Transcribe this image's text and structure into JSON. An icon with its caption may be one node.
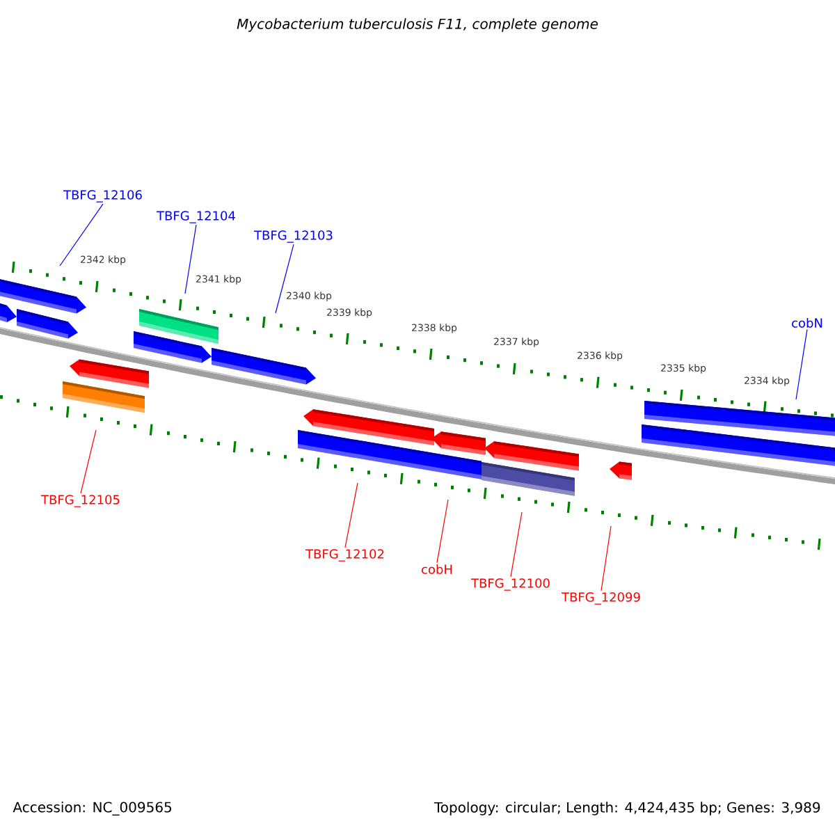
{
  "diagram": {
    "title": "*Mycobacterium tuberculosis* F11, complete genome",
    "nodes": [
      {
        "text": [
          "TBFG_12106"
        ]
      },
      {
        "text": [
          "TBFG_12104"
        ]
      },
      {
        "text": [
          "TBFG_12103"
        ]
      },
      {
        "text": [
          "cobN"
        ]
      },
      {
        "text": [
          "TBFG_12105"
        ]
      },
      {
        "text": [
          "TBFG_12102"
        ]
      },
      {
        "text": [
          "cobH"
        ]
      },
      {
        "text": [
          "TBFG_12100"
        ]
      },
      {
        "text": [
          "TBFG_12099"
        ]
      }
    ],
    "edges": [
      {
        "from": 0,
        "to": null,
        "arrow": "none",
        "color": "#0000ff"
      },
      {
        "from": 1,
        "to": null,
        "arrow": "none",
        "color": "#0000ff"
      },
      {
        "from": 2,
        "to": null,
        "arrow": "none",
        "color": "#0000ff"
      },
      {
        "from": 3,
        "to": null,
        "arrow": "none",
        "color": "#0000ff"
      },
      {
        "from": 4,
        "to": null,
        "arrow": "none"
      },
      {
        "from": 5,
        "to": null,
        "arrow": "none"
      },
      {
        "from": 6,
        "to": null,
        "arrow": "none"
      },
      {
        "from": 7,
        "to": null,
        "arrow": "none"
      },
      {
        "from": 8,
        "to": null,
        "arrow": "none"
      }
    ],
    "labels": [
      "2342 kbp",
      "2341 kbp",
      "2340 kbp",
      "2339 kbp",
      "2338 kbp",
      "2337 kbp",
      "2336 kbp",
      "2335 kbp",
      "2334 kbp",
      "Accession: NC_009565",
      "Topology: circular; Length: 4,424,435 bp; Genes: 3,989"
    ]
  }
}
